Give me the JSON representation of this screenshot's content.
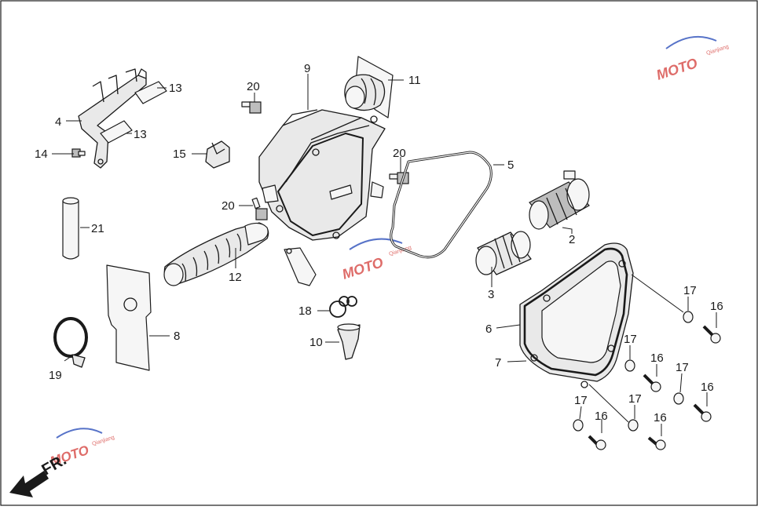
{
  "diagram": {
    "callouts": {
      "c2": "2",
      "c3": "3",
      "c4": "4",
      "c5": "5",
      "c6": "6",
      "c7": "7",
      "c8": "8",
      "c9": "9",
      "c10": "10",
      "c11": "11",
      "c12": "12",
      "c13a": "13",
      "c13b": "13",
      "c14": "14",
      "c15": "15",
      "c16a": "16",
      "c16b": "16",
      "c16c": "16",
      "c16d": "16",
      "c16e": "16",
      "c17a": "17",
      "c17b": "17",
      "c17c": "17",
      "c17d": "17",
      "c17e": "17",
      "c18": "18",
      "c19": "19",
      "c20a": "20",
      "c20b": "20",
      "c20c": "20",
      "c21": "21"
    },
    "front_marker": {
      "label": "FR."
    },
    "watermark": {
      "text": "MOTO",
      "sub": "Qianjiang"
    },
    "colors": {
      "line": "#1a1a1a",
      "fill": "#e9e9e9",
      "watermark_red": "#d9534f",
      "watermark_blue": "#3a5bbf"
    }
  }
}
